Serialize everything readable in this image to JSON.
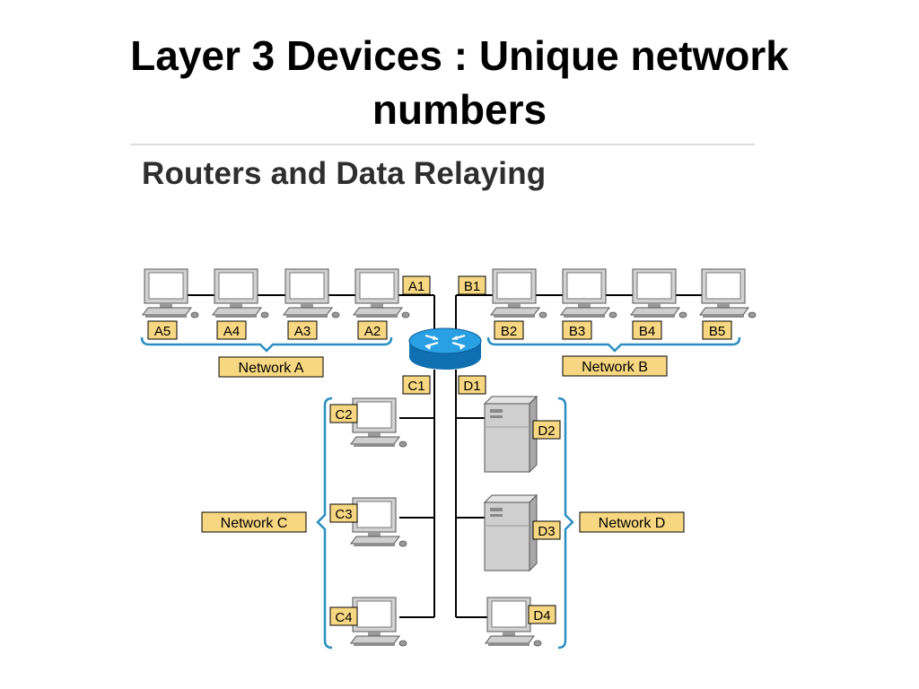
{
  "slide": {
    "title_line1": "Layer 3 Devices : Unique network",
    "title_line2": "numbers"
  },
  "figure": {
    "title": "Routers and Data Relaying"
  },
  "diagram": {
    "router": {
      "icon": "router-icon"
    },
    "colors": {
      "label_fill": "#f7d781",
      "label_stroke": "#000000",
      "brace": "#2a8fc0",
      "router": "#1a8ed6"
    },
    "ports": {
      "a": "A1",
      "b": "B1",
      "c": "C1",
      "d": "D1"
    },
    "network_a": {
      "label": "Network A",
      "hosts": [
        "A5",
        "A4",
        "A3",
        "A2"
      ]
    },
    "network_b": {
      "label": "Network B",
      "hosts": [
        "B2",
        "B3",
        "B4",
        "B5"
      ]
    },
    "network_c": {
      "label": "Network C",
      "hosts": [
        "C2",
        "C3",
        "C4"
      ]
    },
    "network_d": {
      "label": "Network D",
      "hosts": [
        "D2",
        "D3",
        "D4"
      ]
    }
  }
}
